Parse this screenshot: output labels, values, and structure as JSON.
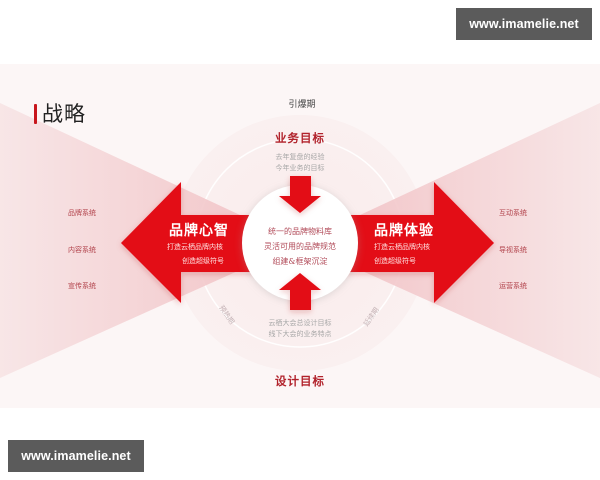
{
  "watermarks": {
    "top_right": "www.imamelie.net",
    "bottom_left": "www.imamelie.net"
  },
  "slide": {
    "title": "战略",
    "phases": {
      "top": "引爆期",
      "left": "预热期",
      "right": "延续期"
    },
    "business_goal": {
      "title": "业务目标",
      "lines": [
        "去年复盘的经验",
        "今年业务的目标"
      ]
    },
    "design_goal": {
      "title": "设计目标",
      "lines": [
        "云栖大会总设计目标",
        "线下大会的业务特点"
      ]
    },
    "center": {
      "lines": [
        "统一的品牌物料库",
        "灵活可用的品牌规范",
        "组建&框架沉淀"
      ]
    },
    "left_arrow": {
      "title": "品牌心智",
      "lines": [
        "打造云栖品牌内核",
        "创造超级符号"
      ]
    },
    "right_arrow": {
      "title": "品牌体验",
      "lines": [
        "打造云栖品牌内核",
        "创造超级符号"
      ]
    },
    "left_items": [
      "品牌系统",
      "内容系统",
      "宣传系统"
    ],
    "right_items": [
      "互动系统",
      "导视系统",
      "运营系统"
    ]
  },
  "colors": {
    "accent_red": "#e30b17",
    "title_red": "#b1222b",
    "background": "#fcf6f6",
    "wedge_pink": "#f3c9cc"
  }
}
